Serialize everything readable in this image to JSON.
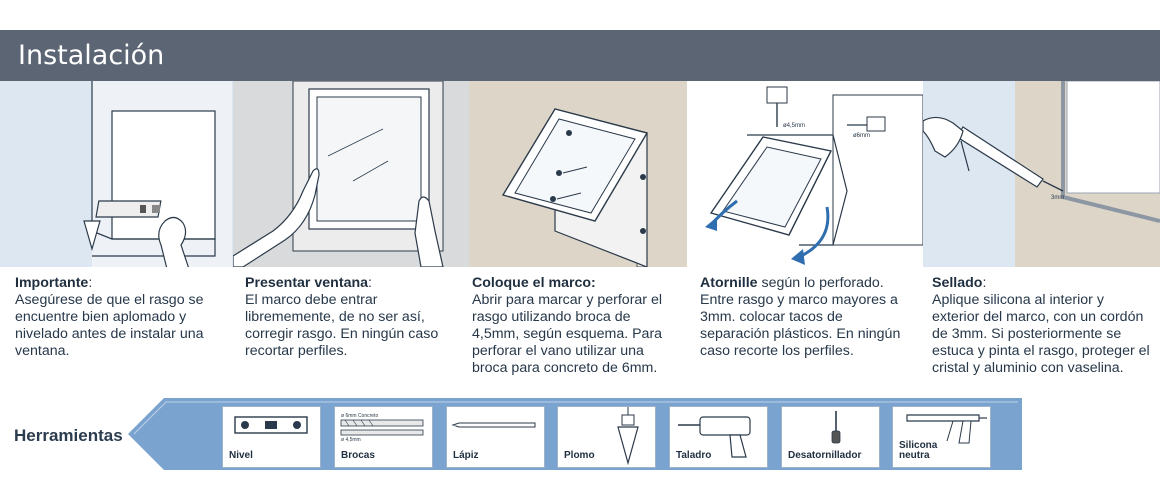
{
  "header": {
    "title": "Instalación"
  },
  "steps": [
    {
      "label": "Importante",
      "sep": ":",
      "text": "Asegúrese de que el rasgo se encuentre bien aplomado y nivelado antes de instalar una ventana."
    },
    {
      "label": "Presentar ventana",
      "sep": ":",
      "text": "El marco debe entrar librememente, de no ser así, corregir rasgo. En ningún  caso recortar perfiles."
    },
    {
      "label": "Coloque el marco:",
      "sep": "",
      "text": "Abrir para marcar y perforar el rasgo utilizando broca de 4,5mm, según esquema. Para perforar el vano utilizar una broca para concreto de 6mm."
    },
    {
      "label": "Atornille",
      "sep": "",
      "text": " según lo perforado. Entre rasgo y marco mayores a 3mm. colocar tacos de separación plásticos. En ningún caso recorte los perfiles."
    },
    {
      "label": "Sellado",
      "sep": ":",
      "text": "Aplique silicona al interior y exterior del marco, con un cordón de 3mm. Si posteriormente se estuca y pinta el rasgo, proteger el cristal y aluminio con vaselina."
    }
  ],
  "diagram_labels": {
    "drill_bit_small": "ø4,5mm",
    "drill_bit_large": "ø6mm",
    "bead": "3mm"
  },
  "tools": {
    "title": "Herramientas",
    "items": [
      {
        "name": "Nivel",
        "icon": "level-icon"
      },
      {
        "name": "Brocas",
        "icon": "drill-bits-icon",
        "note1": "ø 6mm Concreto",
        "note2": "ø 4,5mm"
      },
      {
        "name": "Lápiz",
        "icon": "pencil-icon"
      },
      {
        "name": "Plomo",
        "icon": "plumb-bob-icon"
      },
      {
        "name": "Taladro",
        "icon": "drill-icon"
      },
      {
        "name": "Desatornillador",
        "icon": "screwdriver-icon"
      },
      {
        "name": "Silicona",
        "name2": "neutra",
        "icon": "caulk-gun-icon"
      }
    ]
  },
  "colors": {
    "header": "#5b6573",
    "band": "#7ba3cf",
    "panel_light": "#dde7f2",
    "wall_beige": "#ddd6c8",
    "text": "#27384a",
    "arrow": "#2f6fb0"
  }
}
